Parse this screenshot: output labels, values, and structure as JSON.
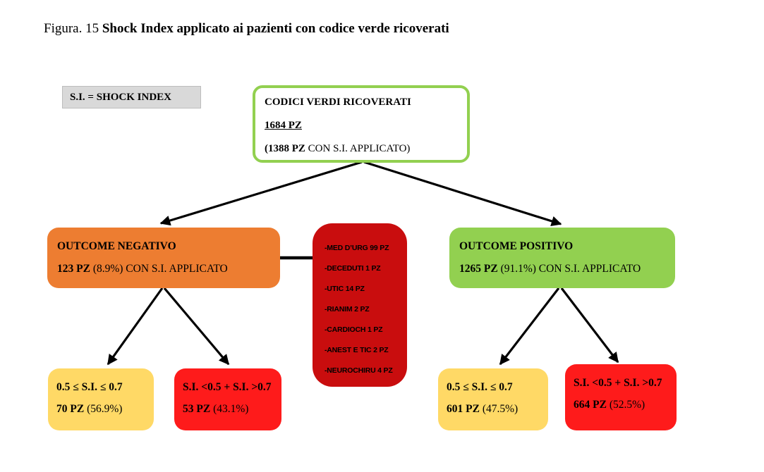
{
  "title": {
    "prefix": "Figura. 15 ",
    "bold": "Shock Index applicato ai pazienti con codice verde ricoverati"
  },
  "legend": {
    "text": "S.I. = SHOCK INDEX"
  },
  "root_box": {
    "line1": "CODICI VERDI RICOVERATI",
    "line2": "1684 PZ",
    "line3_bold": "(1388 PZ",
    "line3_rest": " CON S.I. APPLICATO)"
  },
  "negative_box": {
    "line1": "OUTCOME NEGATIVO",
    "count_bold": "123 PZ",
    "rest": " (8.9%) CON S.I. APPLICATO"
  },
  "positive_box": {
    "line1": "OUTCOME POSITIVO",
    "count_bold": "1265 PZ",
    "rest": " (91.1%) CON S.I. APPLICATO"
  },
  "detail_box": {
    "items": [
      "-MED D’URG 99 PZ",
      "-DECEDUTI 1 PZ",
      "-UTIC 14 PZ",
      "-RIANIM 2 PZ",
      "-CARDIOCH 1 PZ",
      "-ANEST  E TIC 2 PZ",
      "-NEUROCHIRU 4 PZ"
    ]
  },
  "neg_in_range": {
    "line1": "0.5 ≤ S.I. ≤  0.7",
    "count_bold": "70 PZ",
    "rest": " (56.9%)"
  },
  "neg_out_range": {
    "line1": "S.I. <0.5 + S.I. >0.7",
    "count_bold": "53 PZ",
    "rest": " (43.1%)"
  },
  "pos_in_range": {
    "line1": "0.5 ≤ S.I. ≤ 0.7",
    "count_bold": "601 PZ",
    "rest": " (47.5%)"
  },
  "pos_out_range": {
    "line1": "S.I. <0.5 + S.I. >0.7",
    "count_bold": "664 PZ",
    "rest": " (52.5%)"
  },
  "colors": {
    "negative_fill": "#ed7d31",
    "positive_fill": "#92d050",
    "root_border": "#92d050",
    "detail_fill": "#c90d0e",
    "in_range_fill": "#ffd966",
    "out_range_fill": "#fe1b1b",
    "legend_fill": "#d9d9d9",
    "arrow": "#000000"
  }
}
